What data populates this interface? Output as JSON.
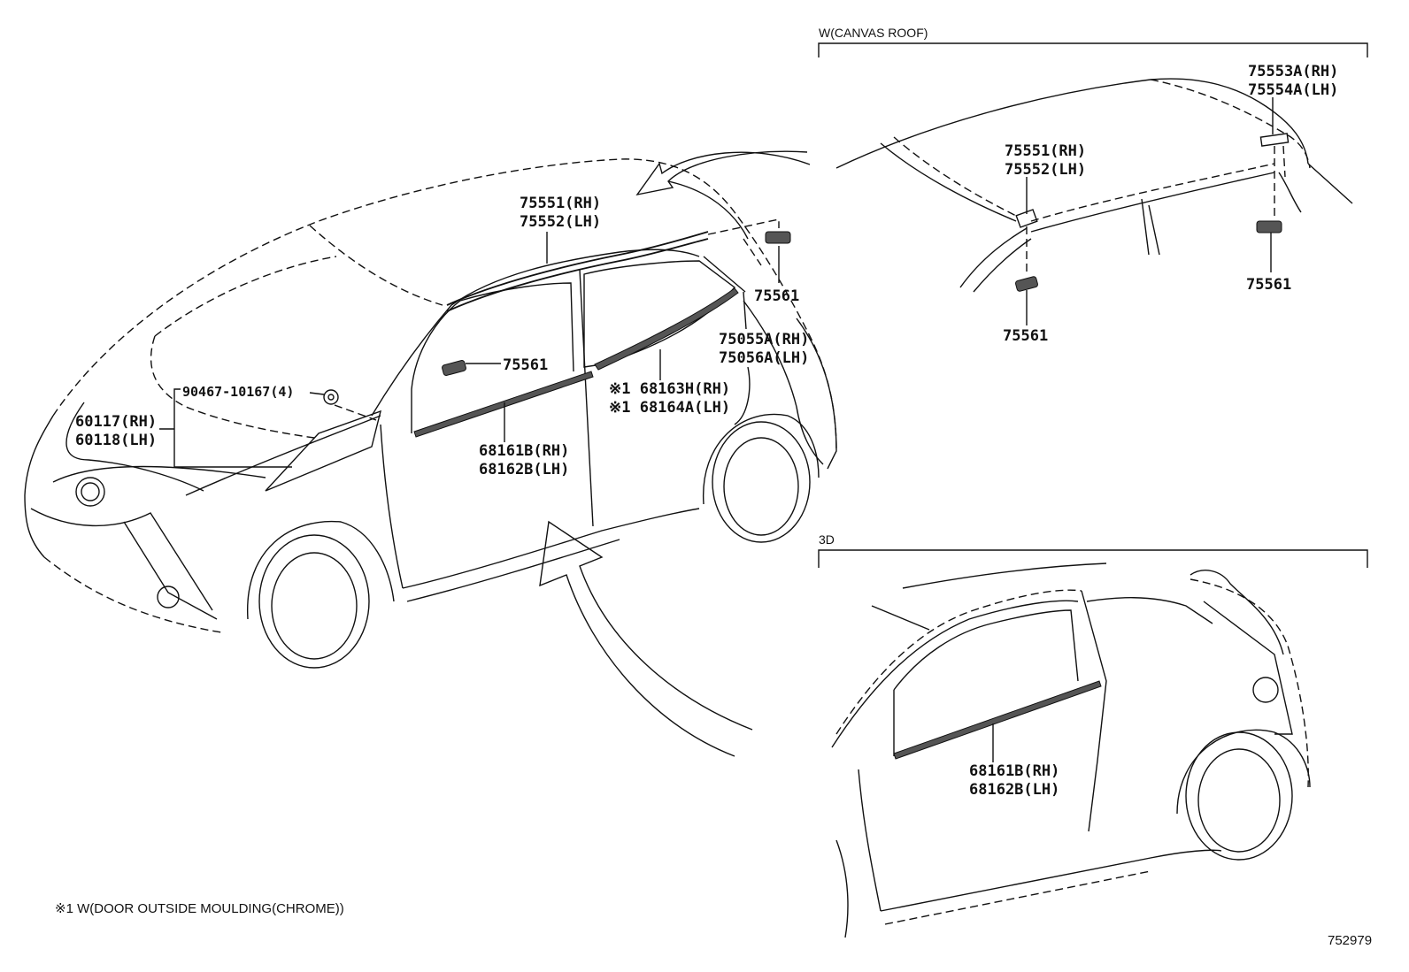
{
  "sections": {
    "canvas_roof": "W(CANVAS ROOF)",
    "three_door": "3D"
  },
  "main_labels": {
    "roof_moulding_rh": "75551(RH)",
    "roof_moulding_lh": "75552(LH)",
    "clip_a": "75561",
    "clip_b": "75561",
    "belt_moulding_rear_rh": "75055A(RH)",
    "belt_moulding_rear_lh": "75056A(LH)",
    "door_outside_chrome_rh": "※1 68163H(RH)",
    "door_outside_chrome_lh": "※1 68164A(LH)",
    "door_moulding_rh": "68161B(RH)",
    "door_moulding_lh": "68162B(LH)",
    "bolt": "90467-10167(4)",
    "fender_rh": "60117(RH)",
    "fender_lh": "60118(LH)"
  },
  "canvas_labels": {
    "rear_end_rh": "75553A(RH)",
    "rear_end_lh": "75554A(LH)",
    "roof_moulding_rh": "75551(RH)",
    "roof_moulding_lh": "75552(LH)",
    "clip_right": "75561",
    "clip_left": "75561"
  },
  "three_door_labels": {
    "door_moulding_rh": "68161B(RH)",
    "door_moulding_lh": "68162B(LH)"
  },
  "footnote": "※1 W(DOOR OUTSIDE MOULDING(CHROME))",
  "figure_number": "752979"
}
